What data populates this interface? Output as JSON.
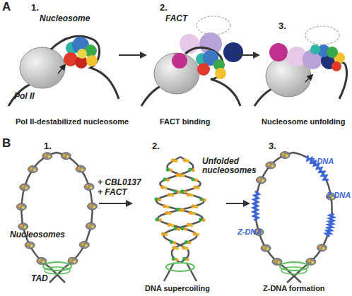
{
  "diagram": {
    "labels": [
      "A",
      "1.",
      "Nucleosome",
      "Pol II",
      "Pol II-destabilized nucleosome",
      "2.",
      "FACT",
      "FACT binding",
      "3.",
      "Nucleosome unfolding",
      "B",
      "1.",
      "Nucleosomes",
      "TAD",
      "2.",
      "Unfolded nucleosomes",
      "+ CBL0137",
      "+ FACT",
      "DNA supercoiling",
      "3.",
      "Z-DNA",
      "Z-DNA",
      "Z-DNA",
      "Z-DNA formation"
    ]
  }
}
